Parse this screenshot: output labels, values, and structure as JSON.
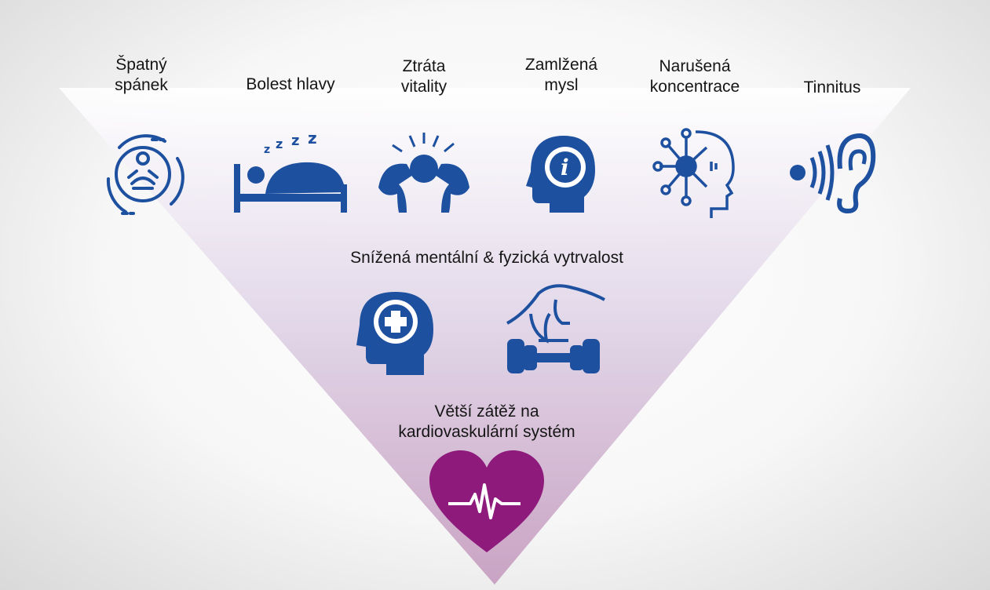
{
  "top_row": [
    {
      "label": "Špatný\nspánek",
      "icon": "meditation-icon"
    },
    {
      "label": "Bolest hlavy",
      "icon": "sleeping-in-bed-icon"
    },
    {
      "label": "Ztráta\nvitality",
      "icon": "stressed-person-icon"
    },
    {
      "label": "Zamlžená\nmysl",
      "icon": "head-info-icon"
    },
    {
      "label": "Narušená\nkoncentrace",
      "icon": "head-network-icon"
    },
    {
      "label": "Tinnitus",
      "icon": "ear-sound-icon"
    }
  ],
  "middle": {
    "label": "Snížená mentální & fyzická vytrvalost",
    "icons": [
      "head-plus-icon",
      "arm-dumbbell-icon"
    ]
  },
  "bottom": {
    "label": "Větší zátěž na\nkardiovaskulární systém",
    "icon": "heart-pulse-icon"
  },
  "colors": {
    "icon_blue": "#1e50a0",
    "heart_magenta": "#8e1a7c",
    "funnel_top": "#ffffff",
    "funnel_bottom": "#cfa9c8"
  }
}
